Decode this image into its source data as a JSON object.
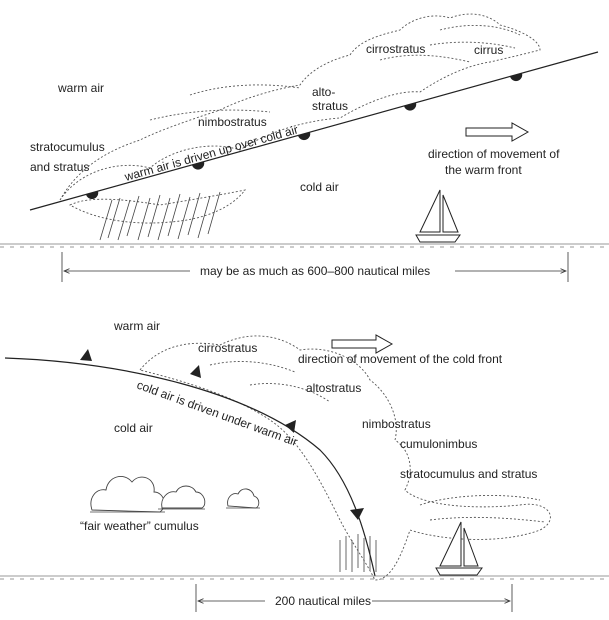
{
  "warm_front": {
    "labels": {
      "warm_air": "warm air",
      "cirrostratus": "cirrostratus",
      "cirrus": "cirrus",
      "alto_1": "alto-",
      "alto_2": "stratus",
      "nimbostratus": "nimbostratus",
      "stratocumulus_1": "stratocumulus",
      "stratocumulus_2": "and stratus",
      "front_text": "warm air is driven up over cold air",
      "direction_1": "direction of movement of",
      "direction_2": "the warm front",
      "cold_air": "cold air",
      "distance": "may be as much as 600–800 nautical miles"
    }
  },
  "cold_front": {
    "labels": {
      "warm_air": "warm air",
      "cirrostratus": "cirrostratus",
      "direction": "direction of movement of the cold front",
      "altostratus": "altostratus",
      "front_text": "cold air is driven under warm air",
      "nimbostratus": "nimbostratus",
      "cold_air": "cold air",
      "cumulonimbus": "cumulonimbus",
      "stratocumulus": "stratocumulus and stratus",
      "fair_weather": "“fair weather” cumulus",
      "distance": "200 nautical miles"
    }
  }
}
